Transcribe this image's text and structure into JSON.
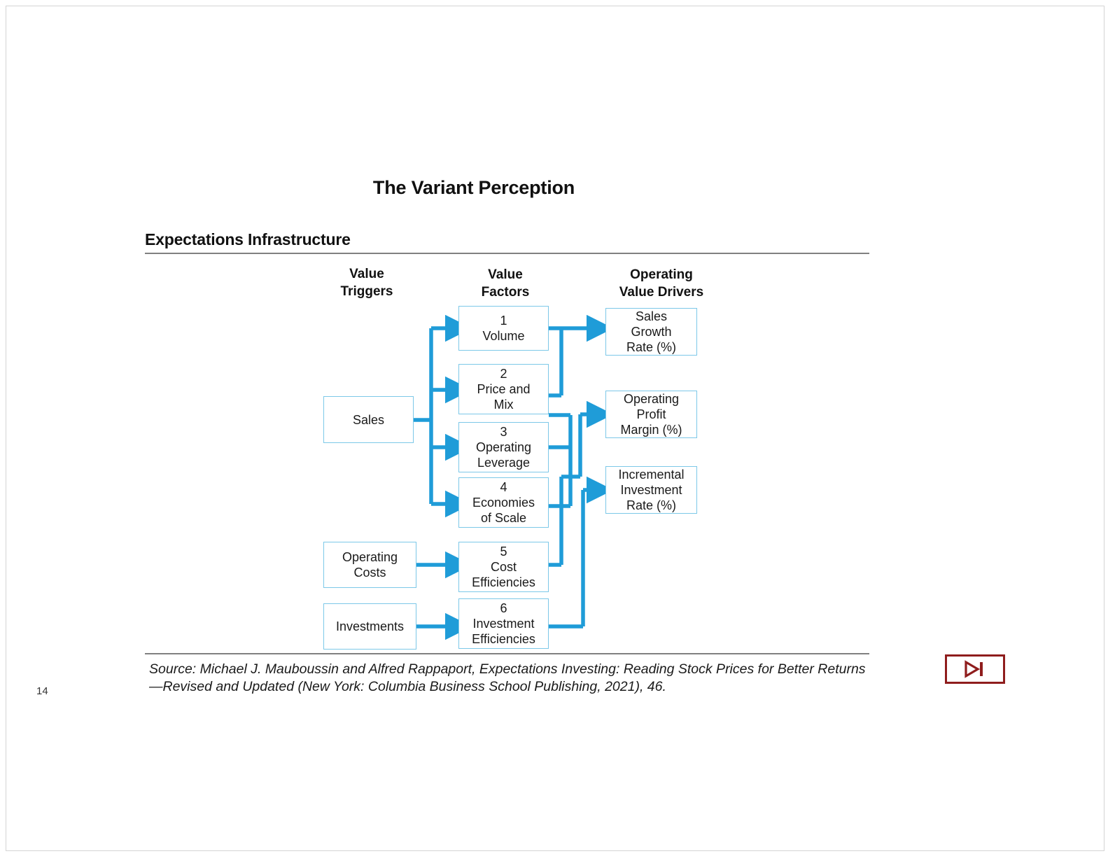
{
  "slide": {
    "title": "The Variant Perception",
    "section_heading": "Expectations Infrastructure",
    "page_number": "14"
  },
  "columns": {
    "triggers": "Value\nTriggers",
    "factors": "Value\nFactors",
    "drivers": "Operating\nValue Drivers"
  },
  "value_triggers": [
    {
      "label": "Sales"
    },
    {
      "label": "Operating\nCosts"
    },
    {
      "label": "Investments"
    }
  ],
  "value_factors": [
    {
      "number": "1",
      "label": "1\nVolume"
    },
    {
      "number": "2",
      "label": "2\nPrice and\nMix"
    },
    {
      "number": "3",
      "label": "3\nOperating\nLeverage"
    },
    {
      "number": "4",
      "label": "4\nEconomies\nof Scale"
    },
    {
      "number": "5",
      "label": "5\nCost\nEfficiencies"
    },
    {
      "number": "6",
      "label": "6\nInvestment\nEfficiencies"
    }
  ],
  "operating_value_drivers": [
    {
      "label": "Sales\nGrowth\nRate (%)"
    },
    {
      "label": "Operating\nProfit\nMargin (%)"
    },
    {
      "label": "Incremental\nInvestment\nRate (%)"
    }
  ],
  "source_note": "Source: Michael J. Mauboussin and Alfred Rappaport, Expectations Investing: Reading Stock Prices for Better Returns—Revised and Updated (New York: Columbia Business School Publishing, 2021), 46.",
  "nav": {
    "next_label": "skip-to-end"
  },
  "colors": {
    "arrow_blue": "#1f9cd8",
    "box_border_blue": "#7cc8e8",
    "rule_gray": "#808080",
    "nav_red": "#8f1d1d",
    "text_black": "#1a1a1a"
  }
}
